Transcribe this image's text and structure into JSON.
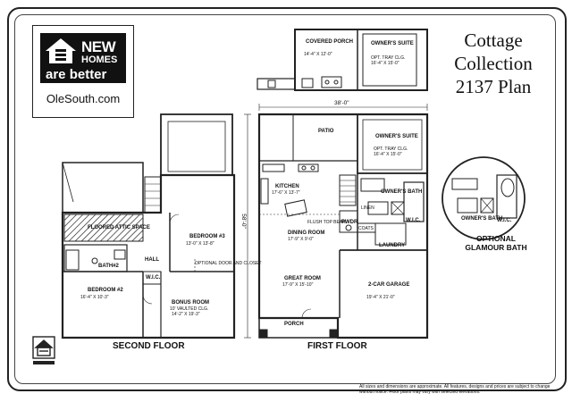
{
  "logo": {
    "line1": "NEW",
    "line2": "HOMES",
    "line3": "are better",
    "url": "OleSouth.com"
  },
  "title": {
    "line1": "Cottage",
    "line2": "Collection",
    "line3": "2137 Plan"
  },
  "floors": {
    "second": "SECOND FLOOR",
    "first": "FIRST FLOOR"
  },
  "dimensions": {
    "width": "38'-0\"",
    "depth": "58'-0\""
  },
  "rooms": {
    "covered_porch": {
      "name": "COVERED PORCH",
      "dims": "14'-4\" X 12'-0\""
    },
    "owners_suite_top": {
      "name": "OWNER'S SUITE",
      "dims": "OPT. TRAY CLG.",
      "dims2": "16'-4\" X 15'-0\""
    },
    "patio": {
      "name": "PATIO"
    },
    "owners_suite": {
      "name": "OWNER'S SUITE",
      "dims": "OPT. TRAY CLG.",
      "dims2": "16'-4\" X 15'-0\""
    },
    "kitchen": {
      "name": "KITCHEN",
      "dims": "17'-6\" X 13'-7\""
    },
    "flush_top": {
      "name": "FLUSH TOP BEAM"
    },
    "dining_room": {
      "name": "DINING ROOM",
      "dims": "17'-9\" X 9'-0\""
    },
    "great_room": {
      "name": "GREAT ROOM",
      "dims": "17'-9\" X 15'-10\""
    },
    "owners_bath": {
      "name": "OWNER'S BATH"
    },
    "linen": {
      "name": "LINEN"
    },
    "wic": {
      "name": "W.I.C."
    },
    "pwdr": {
      "name": "PWDR"
    },
    "coats": {
      "name": "COATS"
    },
    "laundry": {
      "name": "LAUNDRY"
    },
    "garage": {
      "name": "2-CAR GARAGE",
      "dims": "19'-4\" X 21'-0\""
    },
    "porch": {
      "name": "PORCH"
    },
    "floored_attic": {
      "name": "FLOORED ATTIC SPACE"
    },
    "bath2": {
      "name": "BATH#2"
    },
    "hall": {
      "name": "HALL"
    },
    "bedroom3": {
      "name": "BEDROOM #3",
      "dims": "13'-0\" X 13'-8\""
    },
    "bedroom2": {
      "name": "BEDROOM #2",
      "dims": "16'-4\" X 10'-3\""
    },
    "bonus_room": {
      "name": "BONUS ROOM",
      "dims": "10' VAULTED CLG.",
      "dims2": "14'-2\" X 19'-3\""
    },
    "optional_door": {
      "name": "OPTIONAL DOOR AND CLOSET"
    },
    "wic_small": {
      "name": "W.I.C."
    }
  },
  "glamour": {
    "line1": "OPTIONAL",
    "line2": "GLAMOUR BATH",
    "bath": "OWNER'S BATH",
    "wic": "W.I.C."
  },
  "disclaimer": "All sizes and dimensions are approximate. All features, designs and prices are subject to change without notice. Floor plans may vary with selected elevations."
}
